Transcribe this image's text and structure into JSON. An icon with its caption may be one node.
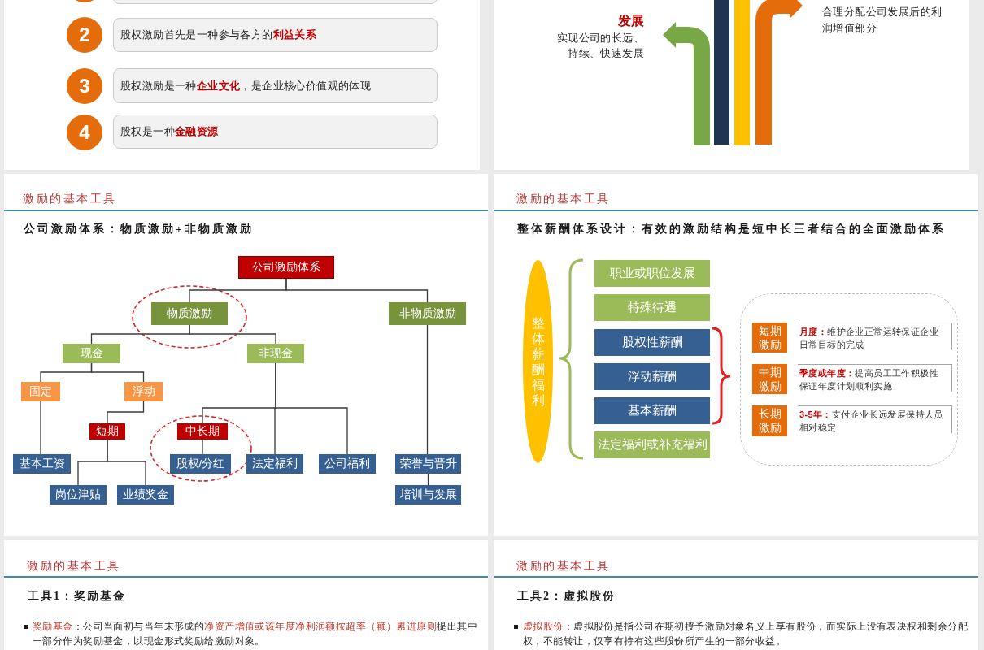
{
  "diagram": {
    "nodes": [
      {
        "text": [],
        "shape": "box"
      },
      {
        "text": [],
        "shape": "circle"
      },
      {
        "text": [],
        "shape": "box"
      },
      {
        "text": [
          "2"
        ],
        "in": 0
      },
      {
        "text": [
          "股权激励首先是一种参与各方的**利益关系**"
        ],
        "in": 0
      },
      {
        "text": [
          "3"
        ],
        "in": 0
      },
      {
        "text": [
          "股权激励是一种**企业文化**，是企业核心价值观的体现"
        ],
        "in": 0
      },
      {
        "text": [
          "4"
        ],
        "in": 0
      },
      {
        "text": [
          "股权是一种**金融资源**"
        ],
        "in": 0
      },
      {
        "text": [],
        "shape": "box"
      },
      {
        "text": [
          "发展",
          "实现公司的长远、持续、快速发展"
        ],
        "in": 9
      },
      {
        "text": [],
        "shape": "bar",
        "in": 9
      },
      {
        "text": [],
        "shape": "bar",
        "in": 9
      },
      {
        "text": [
          "合理分配公司发展后的利润增值部分"
        ],
        "in": 9
      },
      {
        "text": [
          "激励的基本工具",
          "公司激励体系：物质激励+非物质激励"
        ]
      },
      {
        "text": [
          "公司激励体系"
        ],
        "in": 14
      },
      {
        "text": [
          "物质激励"
        ],
        "in": 14
      },
      {
        "text": [
          "非物质激励"
        ],
        "in": 14
      },
      {
        "text": [
          "现金"
        ],
        "in": 14
      },
      {
        "text": [
          "非现金"
        ],
        "in": 14
      },
      {
        "text": [
          "固定"
        ],
        "in": 14
      },
      {
        "text": [
          "浮动"
        ],
        "in": 14
      },
      {
        "text": [
          "短期"
        ],
        "in": 14
      },
      {
        "text": [
          "中长期"
        ],
        "in": 14
      },
      {
        "text": [
          "基本工资"
        ],
        "in": 14
      },
      {
        "text": [
          "股权/分红"
        ],
        "in": 14
      },
      {
        "text": [
          "法定福利"
        ],
        "in": 14
      },
      {
        "text": [
          "公司福利"
        ],
        "in": 14
      },
      {
        "text": [
          "荣誉与晋升"
        ],
        "in": 14
      },
      {
        "text": [
          "岗位津贴"
        ],
        "in": 14
      },
      {
        "text": [
          "业绩奖金"
        ],
        "in": 14
      },
      {
        "text": [
          "培训与发展"
        ],
        "in": 14
      },
      {
        "text": [
          "激励的基本工具",
          "整体薪酬体系设计：有效的激励结构是短中长三者结合的全面激励体系"
        ]
      },
      {
        "text": [
          "整体薪酬福利"
        ],
        "in": 32
      },
      {
        "text": [
          "职业或职位发展"
        ],
        "in": 32
      },
      {
        "text": [
          "特殊待遇"
        ],
        "in": 32
      },
      {
        "text": [
          "股权性薪酬"
        ],
        "in": 32
      },
      {
        "text": [
          "浮动薪酬"
        ],
        "in": 32
      },
      {
        "text": [
          "基本薪酬"
        ],
        "in": 32
      },
      {
        "text": [
          "法定福利或补充福利"
        ],
        "in": 32
      },
      {
        "text": [],
        "shape": "box",
        "in": 32
      },
      {
        "text": [
          "短期激励"
        ],
        "in": 40,
        "beside": [
          "**月度：**维护企业正常运转保证企业日常目标的完成"
        ]
      },
      {
        "text": [
          "中期激励"
        ],
        "in": 40,
        "beside": [
          "**季度或年度：**提高员工工作积极性保证年度计划顺利实施"
        ]
      },
      {
        "text": [
          "长期激励"
        ],
        "in": 40,
        "beside": [
          "**3-5年：**支付企业长远发展保持人员相对稳定"
        ]
      },
      {
        "text": [
          "激励的基本工具",
          "工具1：奖励基金",
          "**奖励基金**：公司当面初与当年末形成的**净资产增值或该年度净利润额按超率（额）累进原则**提出其中一部分作为奖励基金，以现金形式奖励给激励对象。"
        ]
      },
      {
        "text": [
          "激励的基本工具",
          "工具2：虚拟股份",
          "**虚拟股份**：虚拟股份是指公司在期初授予激励对象名义上享有股份，而实际上没有表决权和剩余分配权，不能转让，仅享有持有这些股份所产生的一部分收益。"
        ]
      }
    ],
    "edges": [
      {
        "from": null,
        "to": 10,
        "arrow": "to",
        "style": "thick",
        "color": "#77a845"
      },
      {
        "from": null,
        "to": 13,
        "arrow": "to",
        "style": "thick",
        "color": "#e46c0a"
      },
      {
        "from": 15,
        "to": 16,
        "arrow": "none"
      },
      {
        "from": 15,
        "to": 17,
        "arrow": "none"
      },
      {
        "from": 16,
        "to": 18,
        "arrow": "none"
      },
      {
        "from": 16,
        "to": 19,
        "arrow": "none"
      },
      {
        "from": 18,
        "to": 20,
        "arrow": "none"
      },
      {
        "from": 18,
        "to": 21,
        "arrow": "none"
      },
      {
        "from": 20,
        "to": 24,
        "arrow": "none"
      },
      {
        "from": 21,
        "to": 22,
        "arrow": "none"
      },
      {
        "from": 22,
        "to": 29,
        "arrow": "none"
      },
      {
        "from": 22,
        "to": 30,
        "arrow": "none"
      },
      {
        "from": 19,
        "to": 23,
        "arrow": "none"
      },
      {
        "from": 19,
        "to": 26,
        "arrow": "none"
      },
      {
        "from": 19,
        "to": 27,
        "arrow": "none"
      },
      {
        "from": 23,
        "to": 25,
        "arrow": "none"
      },
      {
        "from": 17,
        "to": 28,
        "arrow": "none"
      },
      {
        "from": 28,
        "to": 31,
        "arrow": "none"
      }
    ]
  }
}
